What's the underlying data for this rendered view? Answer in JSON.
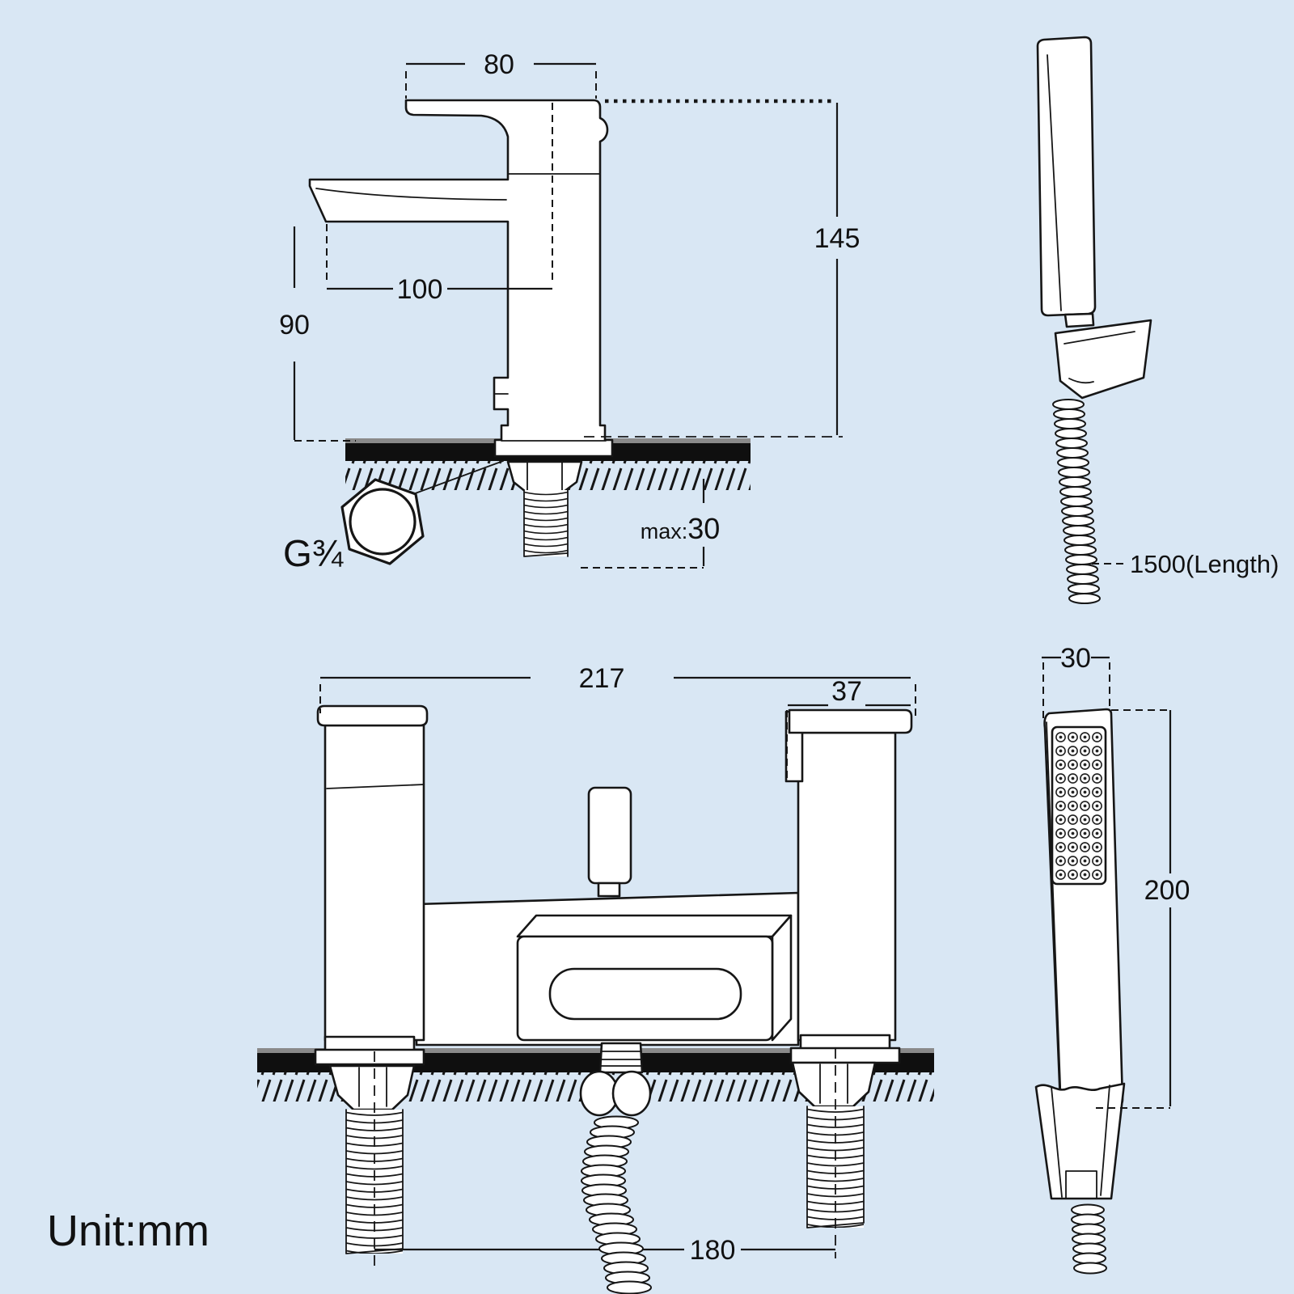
{
  "colors": {
    "background": "#d9e7f4",
    "line": "#161616",
    "counter_surface": "#0f0f0f",
    "counter_highlight": "#8a8a8a",
    "body_fill": "#ffffff"
  },
  "footer": {
    "unit_label": "Unit:mm"
  },
  "views": {
    "basin_mixer_side": {
      "dim_handle_width": "80",
      "dim_spout_reach": "100",
      "dim_spout_height": "90",
      "dim_total_height": "145",
      "dim_max_prefix": "max:",
      "dim_max_value": "30",
      "thread_size_label": "G¾"
    },
    "hand_shower_side": {
      "hose_length_label": "1500(Length)"
    },
    "bath_shower_mixer_front": {
      "dim_overall_width": "217",
      "dim_valve_width": "37",
      "dim_tap_centres": "180"
    },
    "hand_shower_front": {
      "dim_head_width": "30",
      "dim_head_length": "200"
    }
  }
}
